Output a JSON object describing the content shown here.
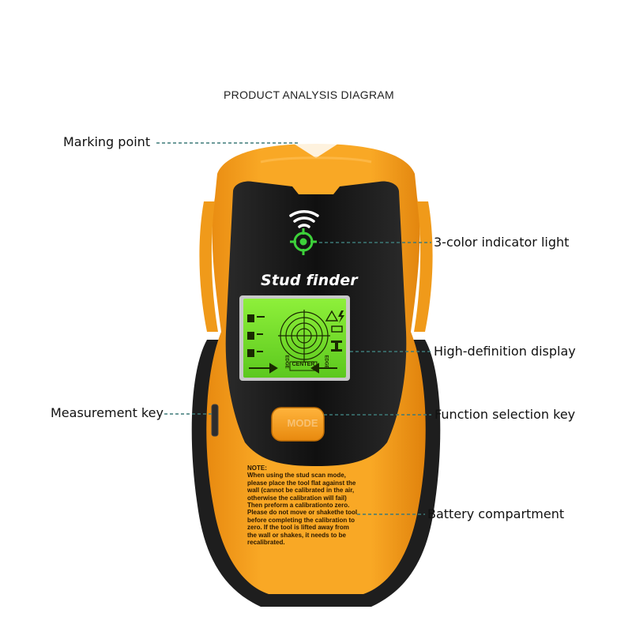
{
  "title": "PRODUCT ANALYSIS DIAGRAM",
  "callouts": {
    "marking_point": "Marking point",
    "indicator_light": "3-color indicator light",
    "display": "High-definition display",
    "measurement_key": "Measurement key",
    "function_key": "Function selection key",
    "battery": "Battery compartment"
  },
  "device": {
    "brand": "Stud finder",
    "mode_button": "MODE",
    "center_label": "CENTER",
    "edge_label": "EDGE",
    "note_head": "NOTE:",
    "note_text": "When using the stud scan mode, please place the tool flat against the wall (cannot be calibrated in the air, otherwise the calibration will fail) Then preform a calibrationto zero. Please do not move or shakethe tool before completing the calibration to zero. If the tool is lifted away from the wall or shakes, it needs to be recalibrated."
  },
  "icons": [
    "wifi-signal-icon",
    "crosshair-target-icon",
    "warning-icon",
    "lightning-icon",
    "battery-icon",
    "i-beam-icon"
  ],
  "colors": {
    "body_orange": "#f7a11c",
    "body_dark": "#1c1c1c",
    "lcd_green": "#7be32c",
    "indicator_green": "#3dd13a",
    "leader_line": "#3d7a78"
  }
}
